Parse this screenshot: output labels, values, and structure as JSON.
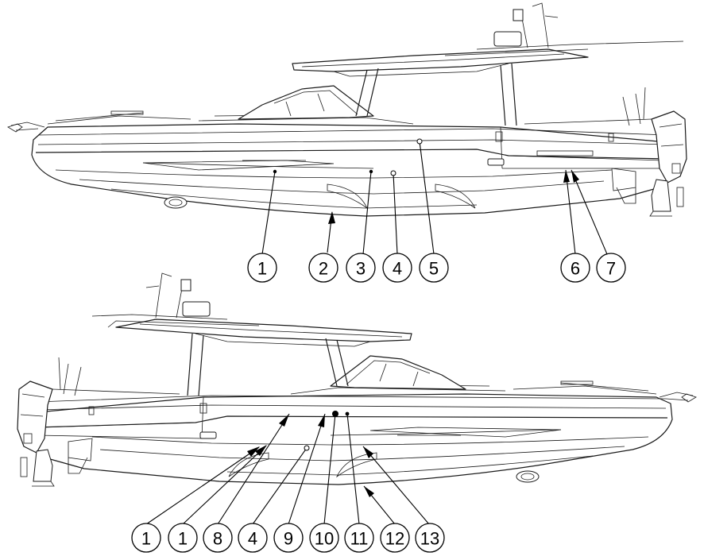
{
  "upper_view": {
    "callouts": [
      {
        "id": "u1",
        "label": "1"
      },
      {
        "id": "u2",
        "label": "2"
      },
      {
        "id": "u3",
        "label": "3"
      },
      {
        "id": "u4",
        "label": "4"
      },
      {
        "id": "u5",
        "label": "5"
      },
      {
        "id": "u6",
        "label": "6"
      },
      {
        "id": "u7",
        "label": "7"
      }
    ]
  },
  "lower_view": {
    "callouts": [
      {
        "id": "l1a",
        "label": "1"
      },
      {
        "id": "l1b",
        "label": "1"
      },
      {
        "id": "l8",
        "label": "8"
      },
      {
        "id": "l4",
        "label": "4"
      },
      {
        "id": "l9",
        "label": "9"
      },
      {
        "id": "l10",
        "label": "10"
      },
      {
        "id": "l11",
        "label": "11"
      },
      {
        "id": "l12",
        "label": "12"
      },
      {
        "id": "l13",
        "label": "13"
      }
    ]
  },
  "colors": {
    "line": "#1a1a1a",
    "background": "#ffffff"
  }
}
